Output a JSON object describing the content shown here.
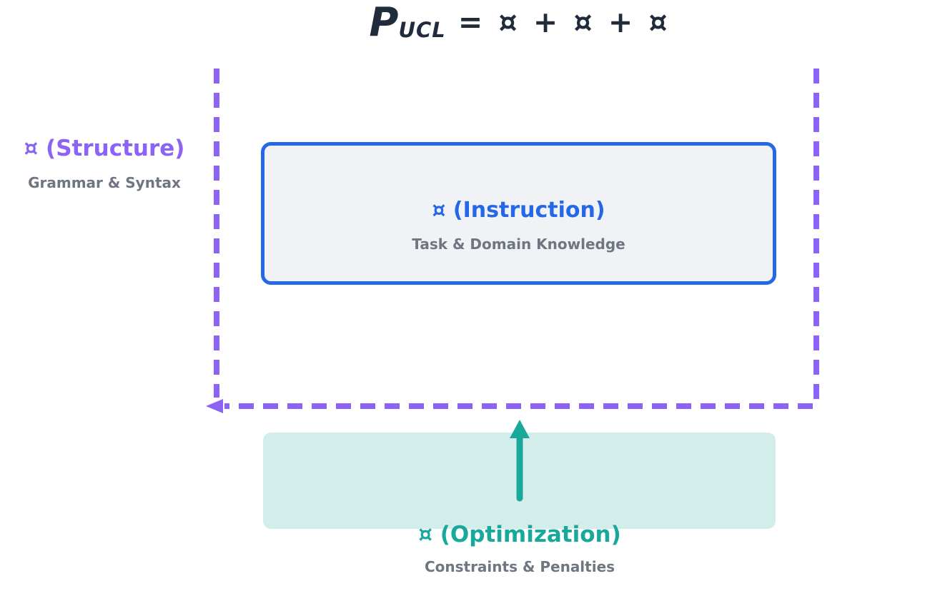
{
  "formula": {
    "lhs": "P",
    "subscript": "UCL",
    "rhs": "= ¤ + ¤ + ¤"
  },
  "structure": {
    "label": "¤ (Structure)",
    "sublabel": "Grammar & Syntax"
  },
  "instruction": {
    "label": "¤ (Instruction)",
    "sublabel": "Task & Domain Knowledge"
  },
  "optimization": {
    "label": "¤ (Optimization)",
    "sublabel": "Constraints & Penalties"
  },
  "colors": {
    "title_navy": "#202c3c",
    "structure_purple": "#8c63f5",
    "instruction_blue": "#2468e8",
    "instruction_fill": "#f0f2f5",
    "optimization_teal": "#18a99b",
    "optimization_fill": "#d3edea",
    "sublabel_gray": "#6e7681",
    "background": "#ffffff"
  }
}
